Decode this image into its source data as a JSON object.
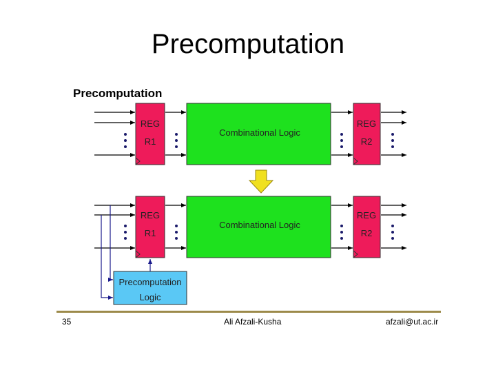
{
  "slide": {
    "title": "Precomputation"
  },
  "figure": {
    "caption": "Precomputation",
    "top": {
      "reg_left": {
        "label": "REG",
        "name": "R1"
      },
      "logic": "Combinational Logic",
      "reg_right": {
        "label": "REG",
        "name": "R2"
      }
    },
    "bottom": {
      "reg_left": {
        "label": "REG",
        "name": "R1"
      },
      "logic": "Combinational Logic",
      "reg_right": {
        "label": "REG",
        "name": "R2"
      },
      "precomp": {
        "line1": "Precomputation",
        "line2": "Logic"
      }
    },
    "colors": {
      "register": "#ee1b5a",
      "logic": "#1ee11e",
      "precomp": "#5ac8f5",
      "arrow": "#f0e020",
      "feedback_line": "#1a1a8c"
    }
  },
  "footer": {
    "page": "35",
    "author": "Ali Afzali-Kusha",
    "email": "afzali@ut.ac.ir"
  }
}
